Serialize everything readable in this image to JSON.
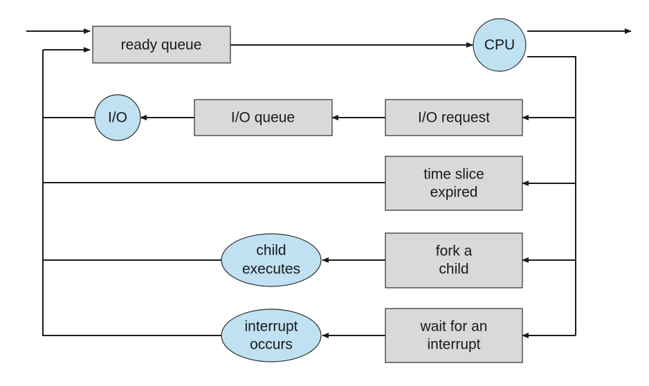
{
  "nodes": {
    "ready_queue": "ready queue",
    "cpu": "CPU",
    "io": "I/O",
    "io_queue": "I/O queue",
    "io_request": "I/O request",
    "time_slice": [
      "time slice",
      "expired"
    ],
    "fork_child": [
      "fork a",
      "child"
    ],
    "child_executes": [
      "child",
      "executes"
    ],
    "wait_interrupt": [
      "wait for an",
      "interrupt"
    ],
    "interrupt_occurs": [
      "interrupt",
      "occurs"
    ]
  },
  "colors": {
    "queue_box": "#d9d9d9",
    "resource_circle": "#bfe1f1",
    "line": "#1a1a1a"
  }
}
